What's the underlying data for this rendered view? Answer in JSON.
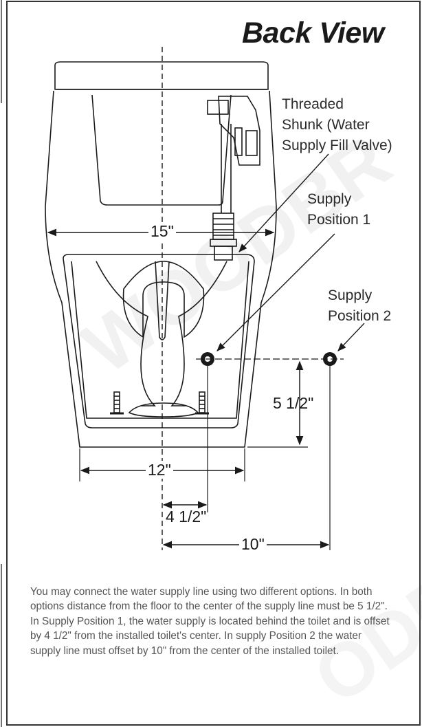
{
  "title": "Back View",
  "labels": {
    "threaded_line1": "Threaded",
    "threaded_line2": "Shunk (Water",
    "threaded_line3": "Supply Fill Valve)",
    "pos1_line1": "Supply",
    "pos1_line2": "Position 1",
    "pos2_line1": "Supply",
    "pos2_line2": "Position 2"
  },
  "dimensions": {
    "width_top": "15\"",
    "width_base": "12\"",
    "offset_pos1": "4 1/2\"",
    "offset_pos2": "10\"",
    "height_supply": "5 1/2\""
  },
  "description": "You may connect the water supply line using two different options. In both options distance from  the floor to the center of the supply line must be 5 1/2\". In Supply Position 1, the water supply is located behind the toilet and is offset by 4 1/2\" from the installed toilet's center. In supply Position 2 the water supply line must offset by 10\" from the center of the installed toilet.",
  "watermark_text": "WOODBRIDGE",
  "colors": {
    "line": "#1a1a1a",
    "text": "#2a2a2a",
    "description": "#555555",
    "border": "#333333",
    "watermark": "#f3f3f3"
  }
}
